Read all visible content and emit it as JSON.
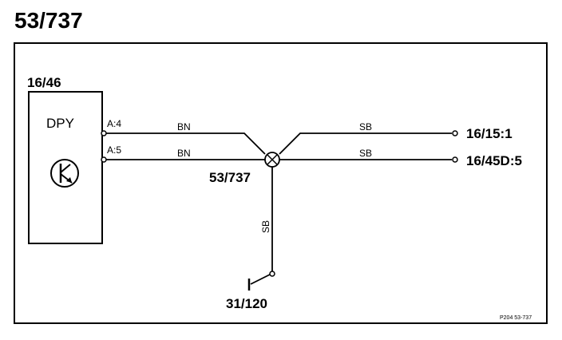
{
  "diagram": {
    "title": "53/737",
    "reference": "P204 53-737",
    "module": {
      "id": "16/46",
      "name": "DPY",
      "icon": "transistor-icon"
    },
    "pins": {
      "top": "A:4",
      "bottom": "A:5"
    },
    "wires": {
      "top_left": "BN",
      "bottom_left": "BN",
      "top_right": "SB",
      "bottom_right": "SB",
      "ground": "SB"
    },
    "splice": {
      "label": "53/737",
      "icon": "splice-icon"
    },
    "connectors": {
      "top": "16/15:1",
      "bottom": "16/45D:5"
    },
    "ground": {
      "label": "31/120",
      "icon": "ground-icon"
    },
    "colors": {
      "line": "#000000",
      "background": "#ffffff"
    }
  }
}
